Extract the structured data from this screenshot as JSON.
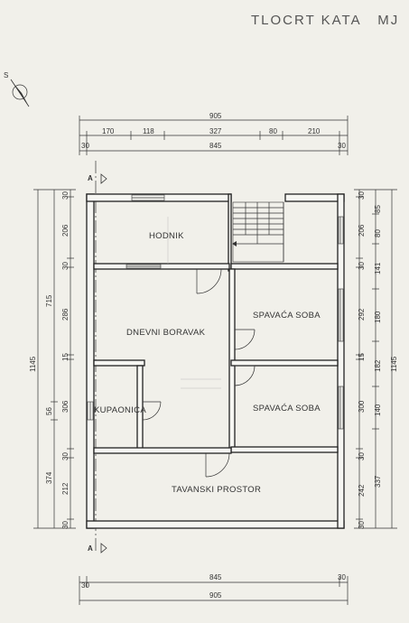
{
  "title": "TLOCRT KATA   MJ",
  "compass_label": "S",
  "section_marker": "A",
  "rooms": {
    "hodnik": "HODNIK",
    "dnevni_boravak": "DNEVNI BORAVAK",
    "spavaca_soba_1": "SPAVAĆA SOBA",
    "spavaca_soba_2": "SPAVAĆA SOBA",
    "kupaonica": "KUPAONICA",
    "tavanski_prostor": "TAVANSKI PROSTOR"
  },
  "dimensions": {
    "top_total": "905",
    "top_segments": [
      "170",
      "118",
      "327",
      "80",
      "210"
    ],
    "top_wall_left": "30",
    "top_inner": "845",
    "top_wall_right": "30",
    "bottom_wall_left": "30",
    "bottom_inner": "845",
    "bottom_wall_right": "30",
    "bottom_total": "905",
    "left_total": "1145",
    "left_mid": [
      "715",
      "56",
      "374"
    ],
    "left_inner": [
      "30",
      "206",
      "30",
      "286",
      "15",
      "306",
      "30",
      "212",
      "30"
    ],
    "right_inner": [
      "30",
      "206",
      "30",
      "292",
      "15",
      "300",
      "30",
      "242",
      "30"
    ],
    "right_openings": [
      "85",
      "80",
      "141",
      "180",
      "182",
      "140",
      "337"
    ],
    "right_total": "1145"
  }
}
